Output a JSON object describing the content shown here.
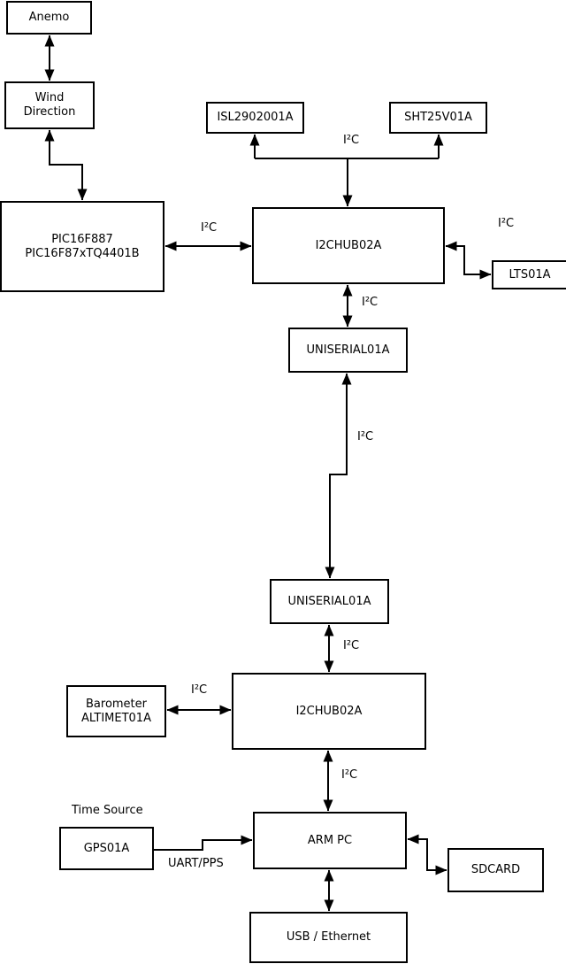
{
  "diagram": {
    "title_hint": "sensor bus block diagram",
    "nodes": {
      "anemo": {
        "label": "Anemo"
      },
      "wind_direction": {
        "label": "Wind\nDirection"
      },
      "pic": {
        "label": "PIC16F887\nPIC16F87xTQ4401B"
      },
      "isl": {
        "label": "ISL2902001A"
      },
      "sht": {
        "label": "SHT25V01A"
      },
      "i2chub_top": {
        "label": "I2CHUB02A"
      },
      "lts": {
        "label": "LTS01A"
      },
      "uniserial_top": {
        "label": "UNISERIAL01A"
      },
      "uniserial_bottom": {
        "label": "UNISERIAL01A"
      },
      "i2chub_bottom": {
        "label": "I2CHUB02A"
      },
      "barometer": {
        "label": "Barometer\nALTIMET01A"
      },
      "gps": {
        "label": "GPS01A"
      },
      "arm_pc": {
        "label": "ARM PC"
      },
      "sdcard": {
        "label": "SDCARD"
      },
      "usb_ethernet": {
        "label": "USB / Ethernet"
      }
    },
    "labels": {
      "i2c": "I²C",
      "time_source": "Time Source",
      "uart_pps": "UART/PPS"
    },
    "colors": {
      "line": "#000000",
      "box_border": "#000000",
      "box_fill": "#ffffff",
      "background": "#ffffff",
      "text": "#000000"
    }
  }
}
